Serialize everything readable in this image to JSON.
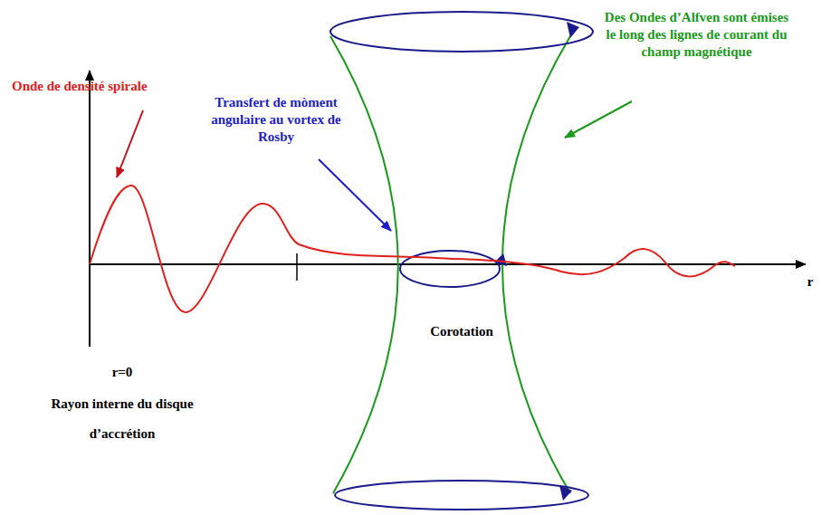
{
  "diagram": {
    "labels": [
      "Onde de densité spirale",
      "Transfert de mòment angulaire au vortex de Rosby",
      "Des Ondes d’Alfven sont émises le long des lignes de courant du champ magnétique",
      "Corotation",
      "r=0",
      "Rayon interne du disque d’accrétion",
      "r"
    ]
  }
}
